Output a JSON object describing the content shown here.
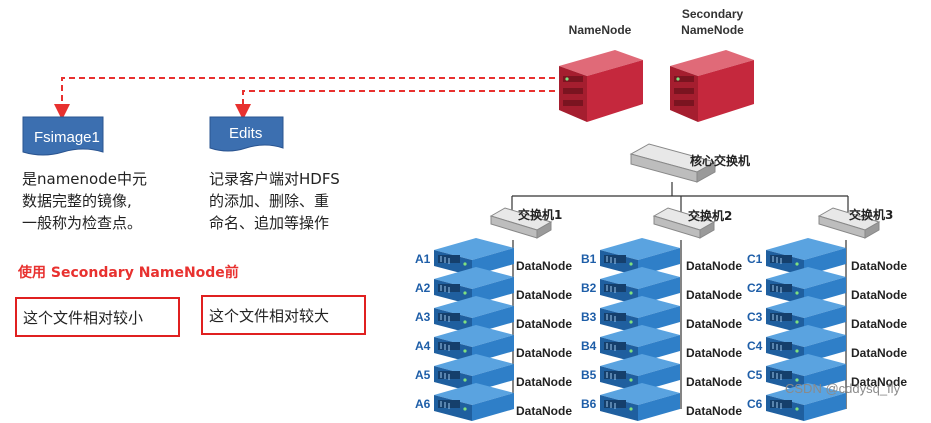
{
  "namenode_label": "NameNode",
  "secondary_namenode_label": "Secondary NameNode",
  "fsimage_label": "Fsimage1",
  "edits_label": "Edits",
  "fsimage_desc": [
    "是namenode中元",
    "数据完整的镜像,",
    "一般称为检查点。"
  ],
  "edits_desc": [
    "记录客户端对HDFS",
    "的添加、删除、重",
    "命名、追加等操作"
  ],
  "before_title": "使用 Secondary NameNode前",
  "box_small": "这个文件相对较小",
  "box_large": "这个文件相对较大",
  "core_switch_label": "核心交换机",
  "racks": [
    {
      "switch_label": "交换机1",
      "nodes": [
        "A1",
        "A2",
        "A3",
        "A4",
        "A5",
        "A6"
      ]
    },
    {
      "switch_label": "交换机2",
      "nodes": [
        "B1",
        "B2",
        "B3",
        "B4",
        "B5",
        "B6"
      ]
    },
    {
      "switch_label": "交换机3",
      "nodes": [
        "C1",
        "C2",
        "C3",
        "C4",
        "C5",
        "C6"
      ]
    }
  ],
  "datanode_label": "DataNode",
  "watermark": "CSDN @cddysq_fly",
  "colors": {
    "server_red": "#c5283d",
    "server_blue": "#2f7fc8",
    "doc_blue": "#3c6fb0",
    "accent_red": "#e8312f"
  }
}
